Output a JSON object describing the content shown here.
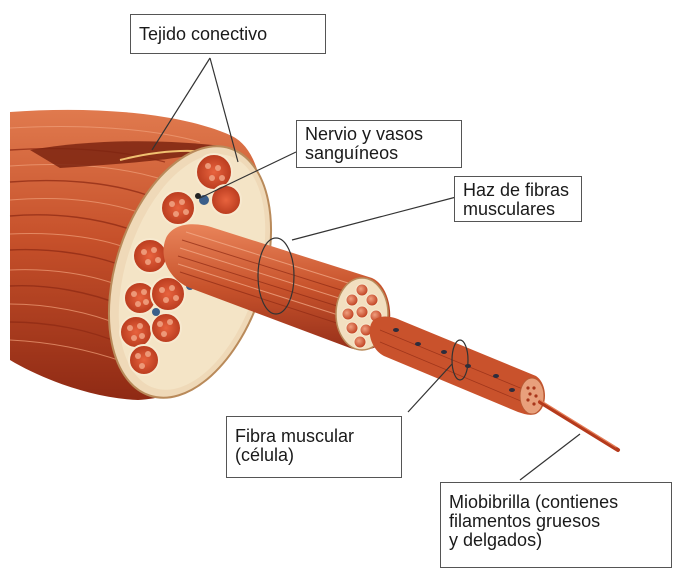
{
  "labels": {
    "connective_tissue": "Tejido conectivo",
    "nerve_vessels": [
      "Nervio y vasos",
      "sanguíneos"
    ],
    "fiber_bundle": [
      "Haz de fibras",
      "musculares"
    ],
    "muscle_fiber": [
      "Fibra muscular",
      "(célula)"
    ],
    "myofibril": [
      "Miobibrilla (contienes",
      "filamentos gruesos",
      "y delgados)"
    ]
  },
  "colors": {
    "muscle_dark": "#a8361b",
    "muscle_mid": "#c6502a",
    "muscle_light": "#e07a4e",
    "sheath": "#efd9b8",
    "nerve": "#3b5f8a",
    "leader_line": "#333333"
  }
}
